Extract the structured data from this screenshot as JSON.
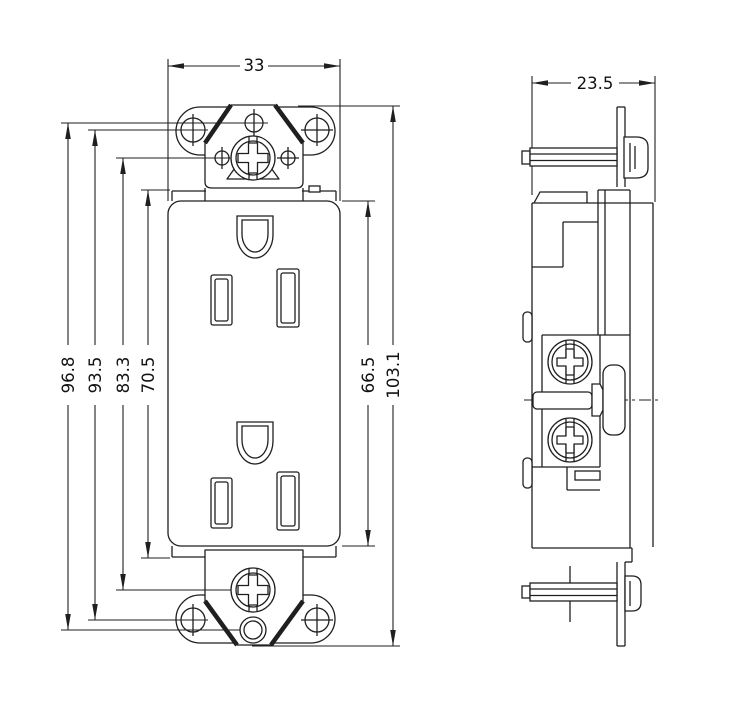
{
  "style": {
    "line_color": "#1f1f1f",
    "background": "#ffffff"
  },
  "dimensions": {
    "front_width": "33",
    "side_depth": "23.5",
    "screw_hole_span": "96.8",
    "ear_screw_span": "93.5",
    "mounting_center_span": "83.3",
    "body_height": "70.5",
    "face_height": "66.5",
    "overall_height": "103.1"
  }
}
